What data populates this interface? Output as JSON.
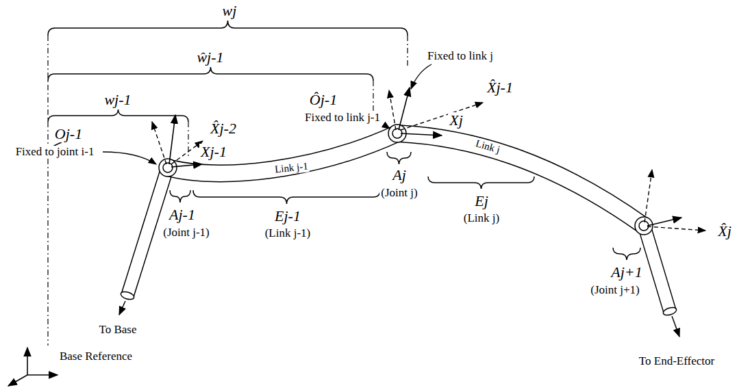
{
  "diagram": {
    "labels": [
      "wj",
      "ŵj-1",
      "Fixed to link j",
      "Ôj-1",
      "wj-1",
      "Fixed to link j-1",
      "X̂j-1",
      "Oj-1",
      "Fixed to joint i-1",
      "X̂j-2",
      "Xj-1",
      "Link j-1",
      "Xj",
      "Link j",
      "X̂j",
      "Aj-1",
      "(Joint j-1)",
      "Ej-1",
      "(Link j-1)",
      "Aj",
      "(Joint j)",
      "Ej",
      "(Link j)",
      "Aj+1",
      "(Joint j+1)",
      "To Base",
      "Base Reference",
      "To End-Effector"
    ]
  }
}
